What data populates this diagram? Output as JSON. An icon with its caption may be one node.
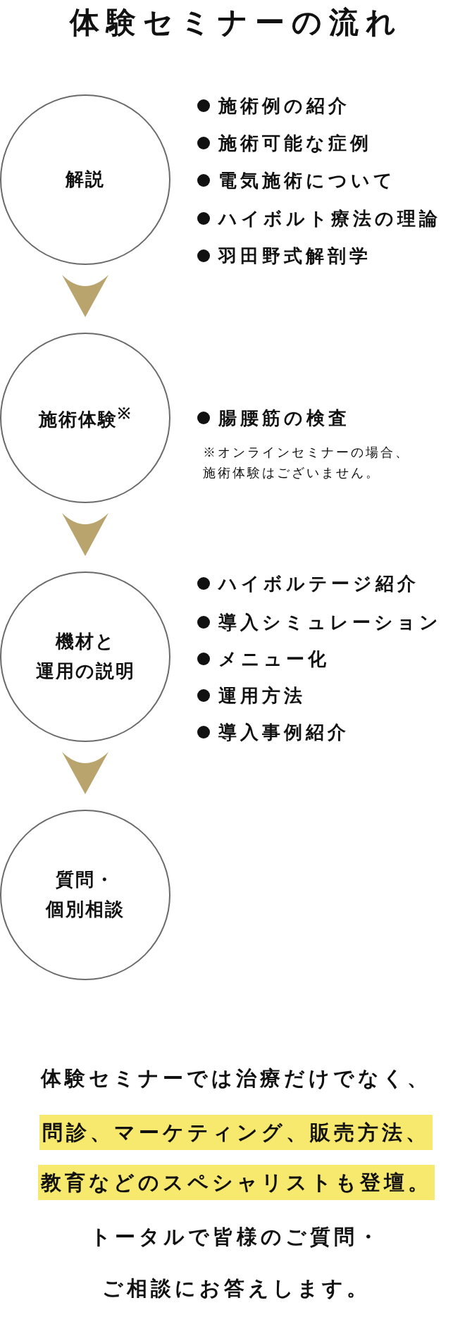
{
  "diagram": {
    "title": "体験セミナーの流れ",
    "nodes": [
      {
        "text": [
          "解説"
        ],
        "beside": [
          "施術例の紹介",
          "施術可能な症例",
          "電気施術について",
          "ハイボルト療法の理論",
          "羽田野式解剖学"
        ]
      },
      {
        "text": [
          "施術体験$^{※}$"
        ],
        "beside": [
          "腸腰筋の検査",
          "※オンラインセミナーの場合、施術体験はございません。"
        ]
      },
      {
        "text": [
          "機材と運用の説明"
        ],
        "beside": [
          "ハイボルテージ紹介",
          "導入シミュレーション",
          "メニュー化",
          "運用方法",
          "導入事例紹介"
        ]
      },
      {
        "text": [
          "質問・個別相談"
        ]
      }
    ],
    "edges": [
      {
        "from": 0,
        "to": 1,
        "arrow": "to",
        "color": "#b8a46c"
      },
      {
        "from": 1,
        "to": 2,
        "arrow": "to",
        "color": "#b8a46c"
      },
      {
        "from": 2,
        "to": 3,
        "arrow": "to",
        "color": "#b8a46c"
      }
    ],
    "labels": [
      "体験セミナーでは治療だけでなく、",
      "問診、マーケティング、販売方法、",
      "教育などのスペシャリストも登壇。",
      "トータルで皆様のご質問・",
      "ご相談にお答えします。"
    ]
  }
}
